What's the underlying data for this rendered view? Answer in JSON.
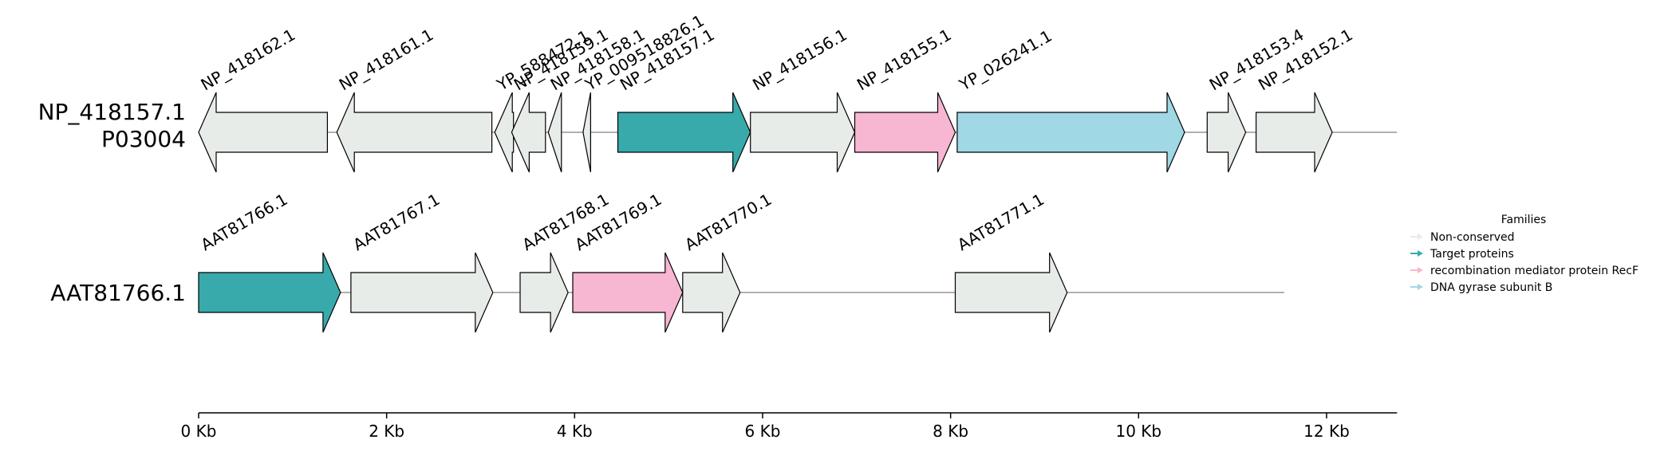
{
  "families": {
    "nc": {
      "label": "Non-conserved",
      "color": "#e7ece8"
    },
    "target": {
      "label": "Target proteins",
      "color": "#38aaac"
    },
    "recf": {
      "label": "recombination mediator protein RecF",
      "color": "#f7b6d2"
    },
    "gyrb": {
      "label": "DNA gyrase subunit B",
      "color": "#a0d8e5"
    }
  },
  "legend": {
    "title": "Families",
    "order": [
      "nc",
      "target",
      "recf",
      "gyrb"
    ]
  },
  "axis": {
    "max_kb": 12.75,
    "ticks": [
      {
        "kb": 0,
        "label": "0 Kb"
      },
      {
        "kb": 2,
        "label": "2 Kb"
      },
      {
        "kb": 4,
        "label": "4 Kb"
      },
      {
        "kb": 6,
        "label": "6 Kb"
      },
      {
        "kb": 8,
        "label": "8 Kb"
      },
      {
        "kb": 10,
        "label": "10 Kb"
      },
      {
        "kb": 12,
        "label": "12 Kb"
      }
    ]
  },
  "tracks": [
    {
      "labels": [
        "NP_418157.1",
        "P03004"
      ],
      "line_end_kb": 12.75,
      "genes": [
        {
          "name": "NP_418162.1",
          "start_kb": 0.0,
          "end_kb": 1.37,
          "strand": -1,
          "family": "nc"
        },
        {
          "name": "NP_418161.1",
          "start_kb": 1.47,
          "end_kb": 3.12,
          "strand": -1,
          "family": "nc"
        },
        {
          "name": "YP_588472.1",
          "start_kb": 3.15,
          "end_kb": 3.35,
          "strand": -1,
          "family": "nc"
        },
        {
          "name": "NP_418159.1",
          "start_kb": 3.33,
          "end_kb": 3.69,
          "strand": -1,
          "family": "nc"
        },
        {
          "name": "NP_418158.1",
          "start_kb": 3.72,
          "end_kb": 3.86,
          "strand": -1,
          "family": "nc"
        },
        {
          "name": "YP_009518826.1",
          "start_kb": 4.09,
          "end_kb": 4.17,
          "strand": -1,
          "family": "nc"
        },
        {
          "name": "NP_418157.1",
          "start_kb": 4.46,
          "end_kb": 5.87,
          "strand": 1,
          "family": "target"
        },
        {
          "name": "NP_418156.1",
          "start_kb": 5.87,
          "end_kb": 6.98,
          "strand": 1,
          "family": "nc"
        },
        {
          "name": "NP_418155.1",
          "start_kb": 6.98,
          "end_kb": 8.05,
          "strand": 1,
          "family": "recf"
        },
        {
          "name": "YP_026241.1",
          "start_kb": 8.07,
          "end_kb": 10.49,
          "strand": 1,
          "family": "gyrb"
        },
        {
          "name": "NP_418153.4",
          "start_kb": 10.73,
          "end_kb": 11.14,
          "strand": 1,
          "family": "nc"
        },
        {
          "name": "NP_418152.1",
          "start_kb": 11.25,
          "end_kb": 12.06,
          "strand": 1,
          "family": "nc"
        }
      ]
    },
    {
      "labels": [
        "AAT81766.1"
      ],
      "line_end_kb": 11.55,
      "genes": [
        {
          "name": "AAT81766.1",
          "start_kb": 0.0,
          "end_kb": 1.51,
          "strand": 1,
          "family": "target"
        },
        {
          "name": "AAT81767.1",
          "start_kb": 1.62,
          "end_kb": 3.13,
          "strand": 1,
          "family": "nc"
        },
        {
          "name": "AAT81768.1",
          "start_kb": 3.42,
          "end_kb": 3.93,
          "strand": 1,
          "family": "nc"
        },
        {
          "name": "AAT81769.1",
          "start_kb": 3.98,
          "end_kb": 5.15,
          "strand": 1,
          "family": "recf"
        },
        {
          "name": "AAT81770.1",
          "start_kb": 5.15,
          "end_kb": 5.76,
          "strand": 1,
          "family": "nc"
        },
        {
          "name": "AAT81771.1",
          "start_kb": 8.05,
          "end_kb": 9.24,
          "strand": 1,
          "family": "nc"
        }
      ]
    }
  ]
}
